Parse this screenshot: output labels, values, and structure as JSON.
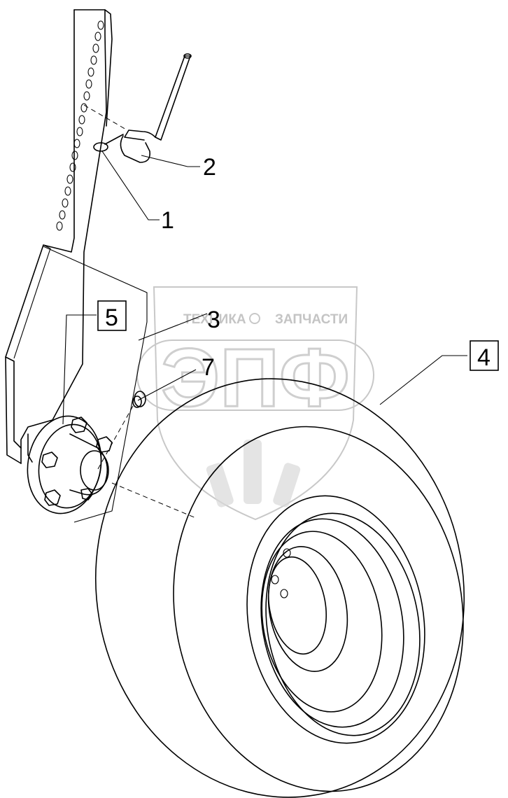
{
  "diagram": {
    "callouts": [
      {
        "id": "callout-1",
        "text": "1",
        "boxed": false
      },
      {
        "id": "callout-2",
        "text": "2",
        "boxed": false
      },
      {
        "id": "callout-3",
        "text": "3",
        "boxed": false
      },
      {
        "id": "callout-4",
        "text": "4",
        "boxed": true
      },
      {
        "id": "callout-5",
        "text": "5",
        "boxed": true
      },
      {
        "id": "callout-7",
        "text": "7",
        "boxed": false
      }
    ]
  },
  "watermark": {
    "line_left": "ТЕХНИКА",
    "line_right": "ЗАПЧАСТИ",
    "logo": "ЭПФ"
  }
}
